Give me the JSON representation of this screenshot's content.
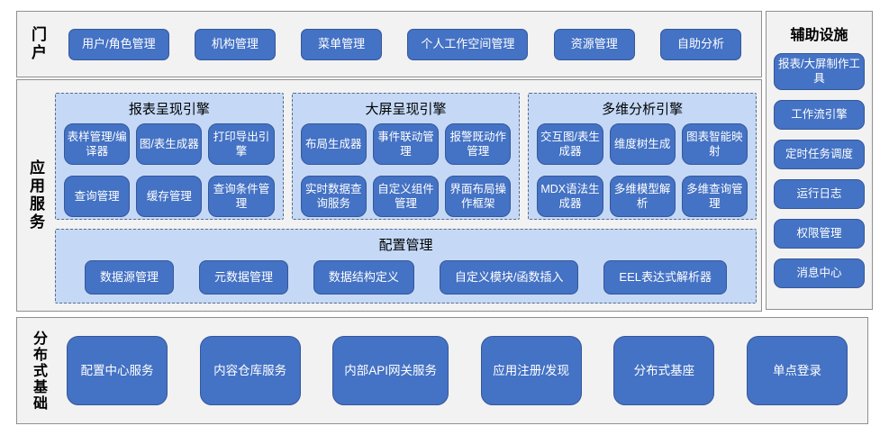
{
  "diagram": {
    "portal": {
      "label": "门户",
      "items": [
        "用户/角色管理",
        "机构管理",
        "菜单管理",
        "个人工作空间管理",
        "资源管理",
        "自助分析"
      ]
    },
    "app_services": {
      "label": "应用服务",
      "engines": [
        {
          "title": "报表呈现引擎",
          "buttons": [
            "表样管理/编译器",
            "图/表生成器",
            "打印导出引擎",
            "查询管理",
            "缓存管理",
            "查询条件管理"
          ]
        },
        {
          "title": "大屏呈现引擎",
          "buttons": [
            "布局生成器",
            "事件联动管理",
            "报警既动作管理",
            "实时数据查询服务",
            "自定义组件管理",
            "界面布局操作框架"
          ]
        },
        {
          "title": "多维分析引擎",
          "buttons": [
            "交互图/表生成器",
            "维度树生成",
            "图表智能映射",
            "MDX语法生成器",
            "多维模型解析",
            "多维查询管理"
          ]
        }
      ],
      "config": {
        "title": "配置管理",
        "buttons": [
          "数据源管理",
          "元数据管理",
          "数据结构定义",
          "自定义模块/函数插入",
          "EEL表达式解析器"
        ]
      }
    },
    "distributed": {
      "label": "分布式基础",
      "items": [
        "配置中心服务",
        "内容仓库服务",
        "内部API网关服务",
        "应用注册/发现",
        "分布式基座",
        "单点登录"
      ]
    },
    "auxiliary": {
      "title": "辅助设施",
      "items": [
        "报表/大屏制作工具",
        "工作流引擎",
        "定时任务调度",
        "运行日志",
        "权限管理",
        "消息中心"
      ]
    },
    "colors": {
      "button_blue": "#4472c4",
      "button_border": "#35579a",
      "panel_fill": "#c5d9f7",
      "panel_dashed_border": "#5b6b84",
      "section_bg": "#f2f2f2",
      "section_border": "#8f8f8f",
      "button_text": "#ffffff",
      "title_text": "#000000"
    }
  }
}
